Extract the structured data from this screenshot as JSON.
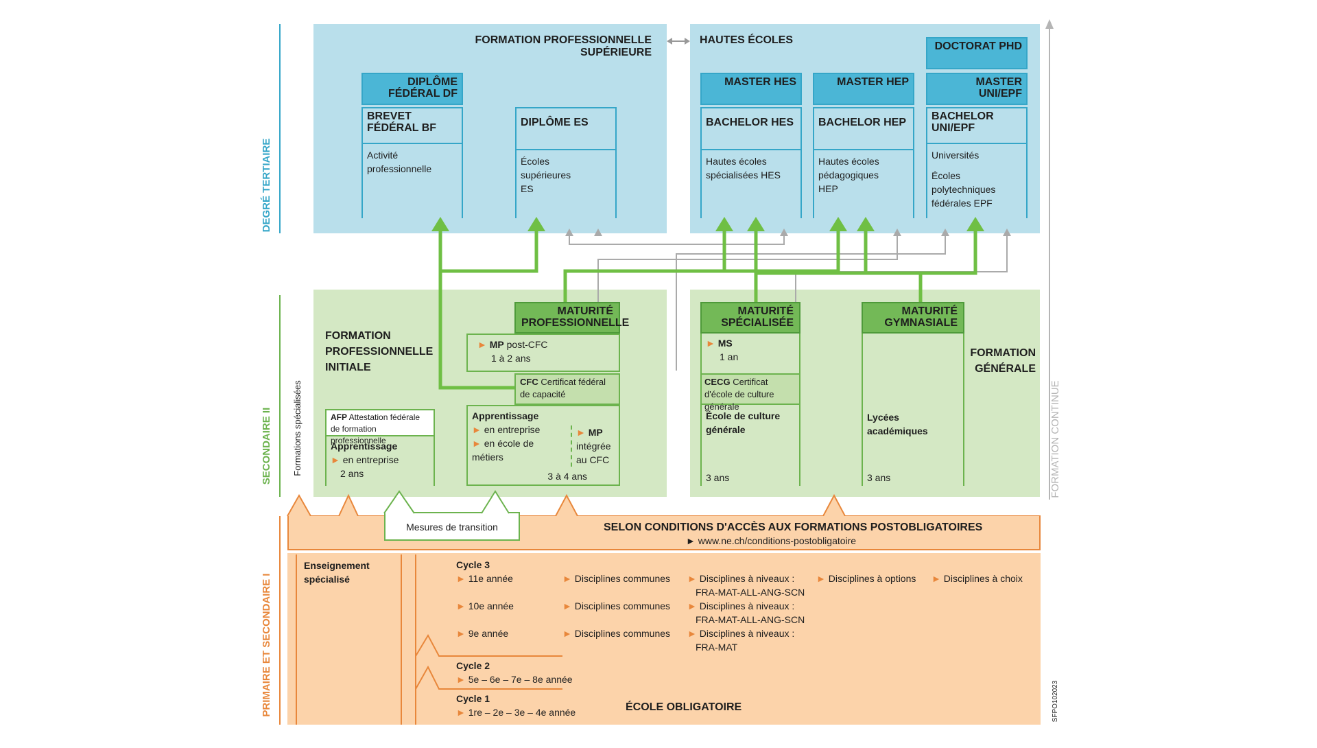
{
  "side_labels": {
    "tertiary": "DEGRÉ TERTIAIRE",
    "secondary2": "SECONDAIRE II",
    "primary": "PRIMAIRE ET SECONDAIRE I",
    "continuing": "FORMATION CONTINUE",
    "specialized": "Formations spécialisées",
    "code": "SFPO102023"
  },
  "tertiary": {
    "vocational_title": "FORMATION PROFESSIONNELLE SUPÉRIEURE",
    "universities_title": "HAUTES ÉCOLES",
    "df": "DIPLÔME FÉDÉRAL DF",
    "bf": "BREVET FÉDÉRAL BF",
    "bf_desc": "Activité professionnelle",
    "es": "DIPLÔME ES",
    "es_desc": "Écoles supérieures ES",
    "master_hes": "MASTER HES",
    "bachelor_hes": "BACHELOR HES",
    "hes_desc": "Hautes écoles spécialisées HES",
    "master_hep": "MASTER HEP",
    "bachelor_hep": "BACHELOR HEP",
    "hep_desc": "Hautes écoles pédagogiques HEP",
    "doctorat": "DOCTORAT PHD",
    "master_uni": "MASTER UNI/EPF",
    "bachelor_uni": "BACHELOR UNI/EPF",
    "uni_desc1": "Universités",
    "uni_desc2": "Écoles polytechniques fédérales EPF"
  },
  "secondary": {
    "vocational_title": "FORMATION PROFESSIONNELLE INITIALE",
    "general_title": "FORMATION GÉNÉRALE",
    "mat_pro": "MATURITÉ PROFESSIONNELLE",
    "mp_post_bold": "MP",
    "mp_post": "post-CFC",
    "mp_post_dur": "1 à 2 ans",
    "cfc_bold": "CFC",
    "cfc": "Certificat fédéral de capacité",
    "afp_bold": "AFP",
    "afp": "Attestation fédérale de formation professionnelle",
    "app1_title": "Apprentissage",
    "app1_item": "en entreprise",
    "app1_dur": "2 ans",
    "app2_title": "Apprentissage",
    "app2_item1": "en entreprise",
    "app2_item2": "en école de métiers",
    "app2_dur": "3 à 4 ans",
    "mp_int_bold": "MP",
    "mp_int": "intégrée au CFC",
    "mat_spec": "MATURITÉ SPÉCIALISÉE",
    "ms_bold": "MS",
    "ms_dur": "1 an",
    "cecg_bold": "CECG",
    "cecg": "Certificat d'école de culture générale",
    "ecg": "École de culture générale",
    "ecg_dur": "3 ans",
    "mat_gym": "MATURITÉ GYMNASIALE",
    "lycees": "Lycées académiques",
    "lycees_dur": "3 ans"
  },
  "transition": {
    "measures": "Mesures de transition",
    "conditions": "SELON CONDITIONS D'ACCÈS AUX FORMATIONS POSTOBLIGATOIRES",
    "url": "► www.ne.ch/conditions-postobligatoire"
  },
  "compulsory": {
    "special_ed": "Enseignement spécialisé",
    "cycle3": "Cycle 3",
    "year11": "11e année",
    "year10": "10e année",
    "year9": "9e année",
    "common": "Disciplines communes",
    "levels": "Disciplines à niveaux :",
    "levels_11": "FRA-MAT-ALL-ANG-SCN",
    "levels_10": "FRA-MAT-ALL-ANG-SCN",
    "levels_9": "FRA-MAT",
    "options": "Disciplines à options",
    "choice": "Disciplines à choix",
    "cycle2": "Cycle 2",
    "cycle2_years": "5e – 6e – 7e – 8e année",
    "cycle1": "Cycle 1",
    "cycle1_years": "1re – 2e – 3e – 4e année",
    "school": "ÉCOLE OBLIGATOIRE"
  },
  "colors": {
    "blue": "#b9dfeb",
    "blue_dark": "#35a6c8",
    "green": "#d4e8c4",
    "green_dark": "#6cb34e",
    "orange": "#fcd3aa",
    "orange_dark": "#e8873b"
  }
}
